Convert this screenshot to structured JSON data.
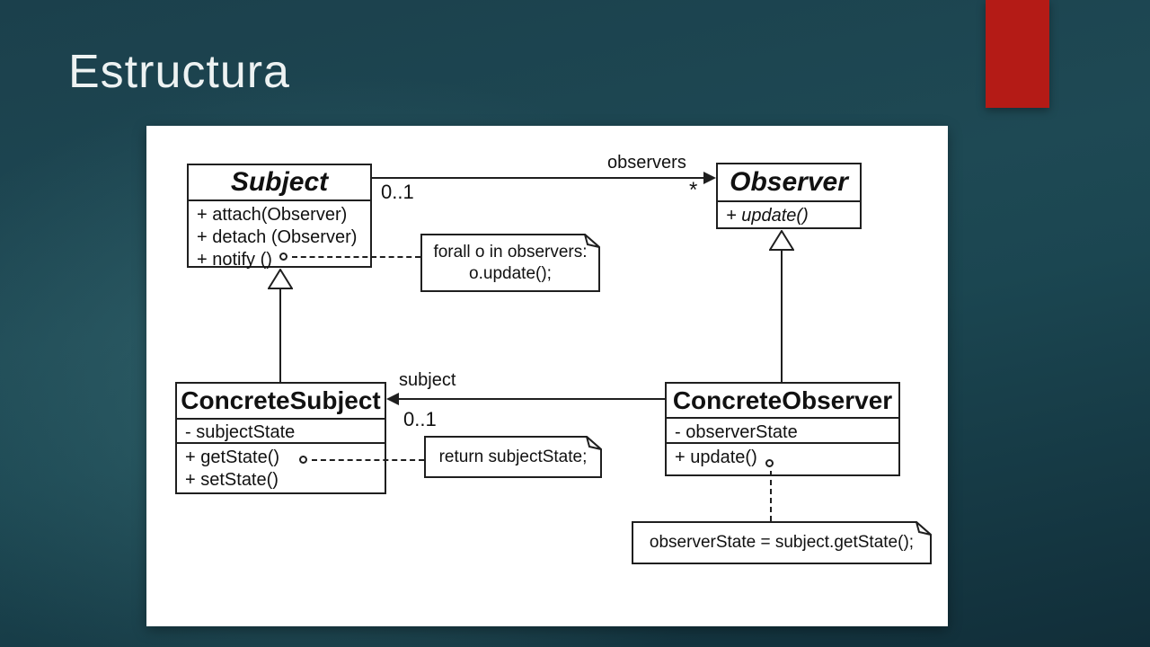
{
  "slide": {
    "title": "Estructura",
    "accent_bar_color": "#b41b16"
  },
  "diagram": {
    "classes": {
      "subject": {
        "name": "Subject",
        "abstract": true,
        "methods": [
          "+ attach(Observer)",
          "+ detach (Observer)",
          "+ notify ()"
        ]
      },
      "observer": {
        "name": "Observer",
        "abstract": true,
        "methods": [
          "+ update()"
        ]
      },
      "concrete_subject": {
        "name": "ConcreteSubject",
        "attributes": [
          "- subjectState"
        ],
        "methods": [
          "+ getState()",
          "+ setState()"
        ]
      },
      "concrete_observer": {
        "name": "ConcreteObserver",
        "attributes": [
          "- observerState"
        ],
        "methods": [
          "+ update()"
        ]
      }
    },
    "associations": {
      "observers": {
        "label": "observers",
        "multiplicity_source": "0..1",
        "multiplicity_target": "*"
      },
      "subject": {
        "label": "subject",
        "multiplicity_target": "0..1"
      }
    },
    "notes": {
      "notify": {
        "line1": "forall o in observers:",
        "line2": "o.update();"
      },
      "get_state": {
        "line1": "return subjectState;"
      },
      "update": {
        "line1": "observerState = subject.getState();"
      }
    }
  }
}
